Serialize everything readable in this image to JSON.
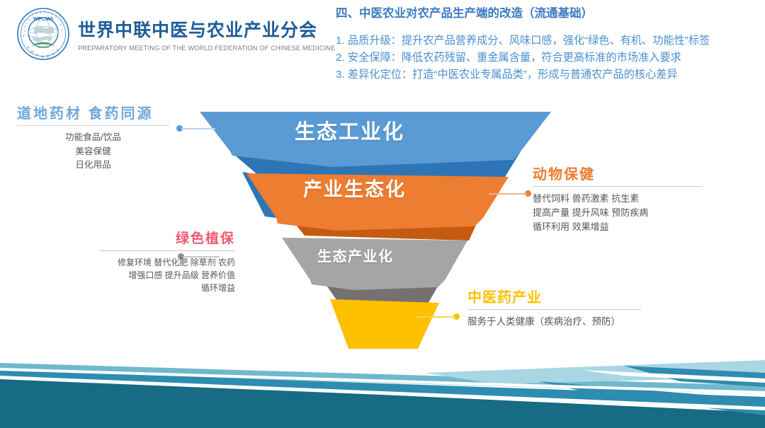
{
  "header": {
    "org_name_cn": "世界中联中医与农业产业分会",
    "org_name_en": "PREPARATORY MEETING OF THE WORLD FEDERATION OF CHINESE MEDICINE",
    "emblem_acronym": "WFCMS",
    "emblem_icon": "circular-globe-emblem"
  },
  "title_block": {
    "title": "四、中医农业对农产品生产端的改造（流通基础）",
    "bullets": [
      "1. 品质升级：提升农产品营养成分、风味口感，强化“绿色、有机、功能性”标签",
      "2. 安全保障：降低农药残留、重金属含量，符合更高标准的市场准入要求",
      "3. 差异化定位：打造“中医农业专属品类”，形成与普通农产品的核心差异"
    ]
  },
  "funnel": {
    "layers": [
      {
        "label": "生态工业化",
        "top_color": "#5B9BD5",
        "side_color": "#2E75B6"
      },
      {
        "label": "产业生态化",
        "top_color": "#ED7D31",
        "side_color": "#C55A11"
      },
      {
        "label": "生态产业化",
        "top_color": "#A5A5A5",
        "side_color": "#767171"
      },
      {
        "label": "",
        "top_color": "#FFC000",
        "side_color": "#BF9000"
      }
    ]
  },
  "callouts": [
    {
      "heading": "道地药材 食药同源",
      "heading_color": "#6FA8DC",
      "lines": [
        "功能食品/饮品",
        "美容保健",
        "日化用品"
      ]
    },
    {
      "heading": "绿色植保",
      "heading_color": "#F05A6E",
      "lines": [
        "修复环境 替代化肥 除草剂 农药",
        "增强口感 提升品级 营养价值",
        "循环增益"
      ]
    },
    {
      "heading": "动物保健",
      "heading_color": "#ED7D31",
      "lines": [
        "替代饲料 兽药激素 抗生素",
        "提高产量 提升风味 预防疾病",
        "循环利用 效果增益"
      ]
    },
    {
      "heading": "中医药产业",
      "heading_color": "#FFC000",
      "lines": [
        "服务于人类健康（疾病治疗、预防）"
      ]
    }
  ],
  "decor": {
    "band_colors": [
      "#176B84",
      "#2E8CB0",
      "#6FB8CE",
      "#A9D6E3"
    ]
  }
}
